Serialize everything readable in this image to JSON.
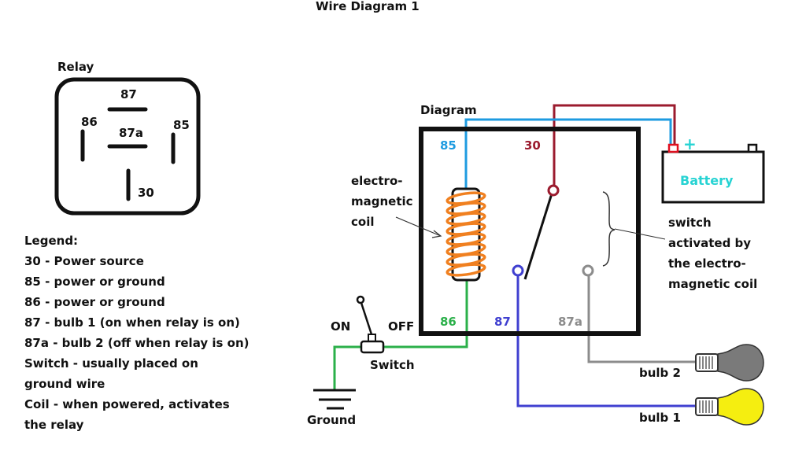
{
  "title": "Wire Diagram 1",
  "relay": {
    "title": "Relay",
    "pins": {
      "p87": "87",
      "p86": "86",
      "p87a": "87a",
      "p85": "85",
      "p30": "30"
    }
  },
  "legend": {
    "heading": "Legend:",
    "lines": [
      "30 - Power source",
      "85 - power or ground",
      "86 - power or ground",
      "87 - bulb 1 (on when relay is on)",
      "87a - bulb 2 (off when relay is on)",
      "Switch - usually placed on",
      "ground wire",
      "Coil - when powered, activates",
      "the relay"
    ]
  },
  "diagram": {
    "label": "Diagram",
    "pins": {
      "p85": "85",
      "p30": "30",
      "p86": "86",
      "p87": "87",
      "p87a": "87a"
    },
    "coil_label": [
      "electro-",
      "magnetic",
      "coil"
    ],
    "switch_note": [
      "switch",
      "activated by",
      "the electro-",
      "magnetic coil"
    ],
    "battery": {
      "label": "Battery",
      "plus": "+"
    },
    "toggle": {
      "on": "ON",
      "off": "OFF",
      "label": "Switch"
    },
    "ground_label": "Ground",
    "bulb2_label": "bulb 2",
    "bulb1_label": "bulb 1",
    "colors": {
      "wire_85": "#1e9be0",
      "wire_30": "#9b1b2e",
      "wire_86": "#2bb04a",
      "wire_87": "#4040d0",
      "wire_87a": "#8c8c8c",
      "coil": "#f08020",
      "battery_text": "#27d3d3",
      "bulb1": "#f5ee10",
      "bulb2": "#7a7a7a"
    }
  }
}
